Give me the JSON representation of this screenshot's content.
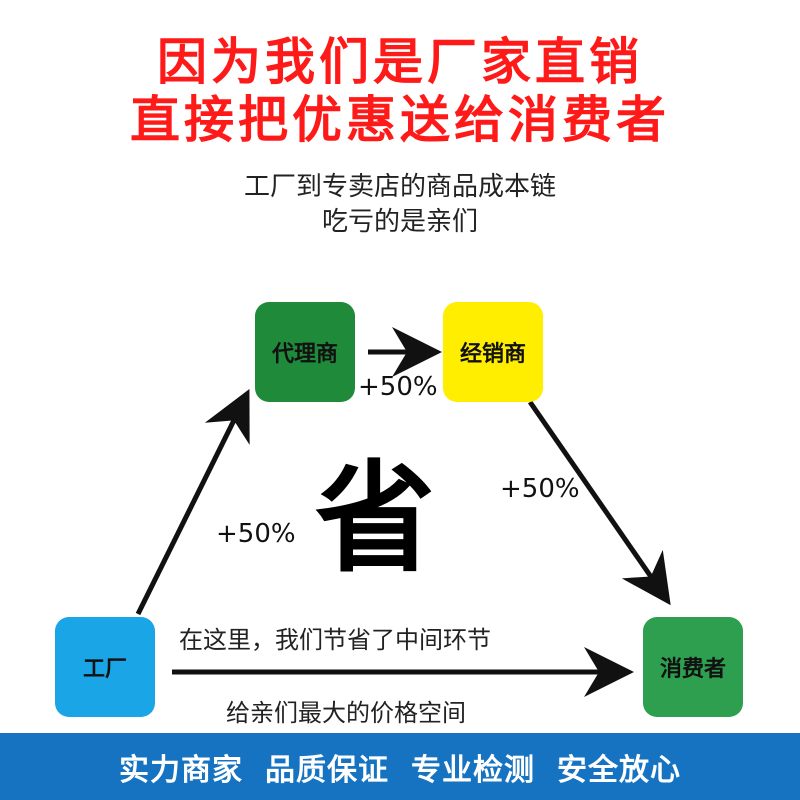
{
  "headline": {
    "line1": "因为我们是厂家直销",
    "line2": "直接把优惠送给消费者"
  },
  "subtitle": {
    "line1": "工厂到专卖店的商品成本链",
    "line2": "吃亏的是亲们"
  },
  "nodes": {
    "agent": "代理商",
    "dealer": "经销商",
    "factory": "工厂",
    "consumer": "消费者"
  },
  "markups": {
    "agent_to_dealer": "+50%",
    "dealer_to_consumer": "+50%",
    "factory_to_agent": "+50%"
  },
  "center_char": "省",
  "middle_text": {
    "line1": "在这里，我们节省了中间环节",
    "line2": "给亲们最大的价格空间"
  },
  "footer": {
    "items": [
      "实力商家",
      "品质保证",
      "专业检测",
      "安全放心"
    ]
  },
  "colors": {
    "headline": "#ff1a1a",
    "agent": "#1f8a3a",
    "dealer": "#ffee00",
    "factory": "#1aa5e6",
    "consumer": "#2e9e4f",
    "footer_bg": "#1673c2"
  }
}
